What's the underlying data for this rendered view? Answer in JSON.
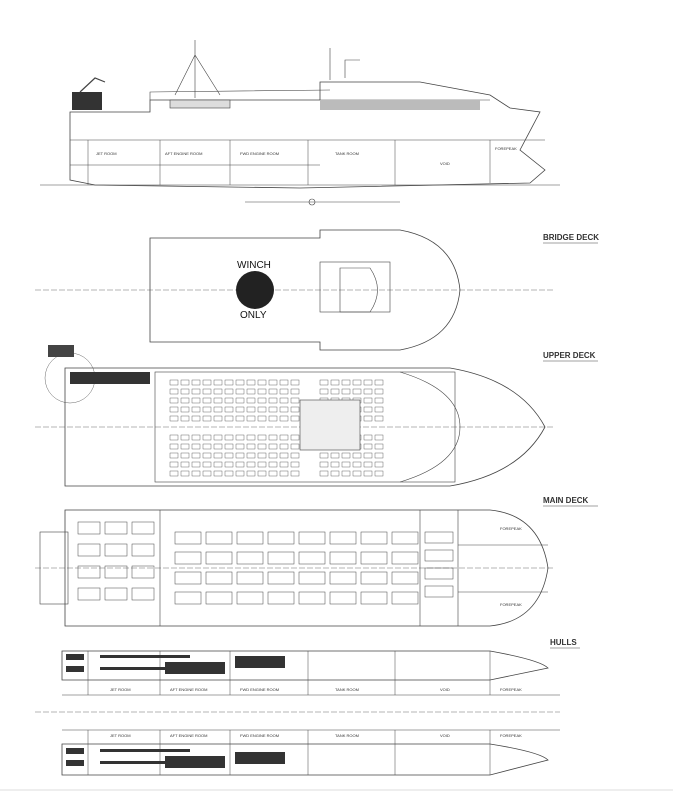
{
  "decks": {
    "bridge": "BRIDGE DECK",
    "upper": "UPPER DECK",
    "main": "MAIN DECK",
    "hulls": "HULLS"
  },
  "winch": {
    "top": "WINCH",
    "bottom": "ONLY"
  },
  "compartments": [
    "JET ROOM",
    "AFT ENGINE ROOM",
    "FWD ENGINE ROOM",
    "TANK ROOM",
    "VOID",
    "FOREPEAK"
  ],
  "main_deck_labels": {
    "fore_top": "FOREPEAK",
    "fore_bottom": "FOREPEAK"
  }
}
